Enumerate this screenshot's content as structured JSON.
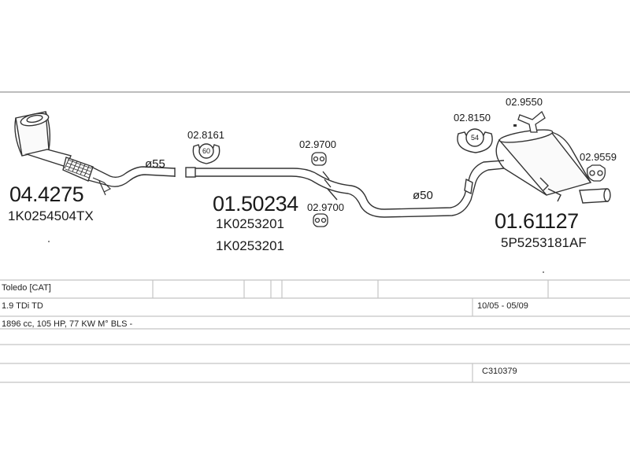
{
  "parts": {
    "catalytic": {
      "number": "04.4275",
      "oem": "1K0254504TX"
    },
    "front_pipe_diameter": "ø55",
    "middle_pipe": {
      "number": "01.50234",
      "oem_1": "1K0253201",
      "oem_2": "1K0253201"
    },
    "rear_pipe_diameter": "ø50",
    "rear_silencer": {
      "number": "01.61127",
      "oem": "5P5253181AF"
    }
  },
  "hardware": {
    "clamp_front": {
      "number": "02.8161",
      "size": "60"
    },
    "mount_upper": {
      "number": "02.9700"
    },
    "mount_lower": {
      "number": "02.9700"
    },
    "clamp_rear": {
      "number": "02.8150",
      "size": "54"
    },
    "hanger_top": {
      "number": "02.9550"
    },
    "hanger_side": {
      "number": "02.9559"
    }
  },
  "table": {
    "model": "Toledo  [CAT]",
    "engine": "1.9 TDi TD",
    "period": "10/05 - 05/09",
    "spec": "1896 cc, 105 HP, 77 KW M° BLS -",
    "code": "C310379"
  },
  "colors": {
    "line": "#b8b8b8",
    "drawing": "#333333",
    "text": "#1a1a1a"
  }
}
